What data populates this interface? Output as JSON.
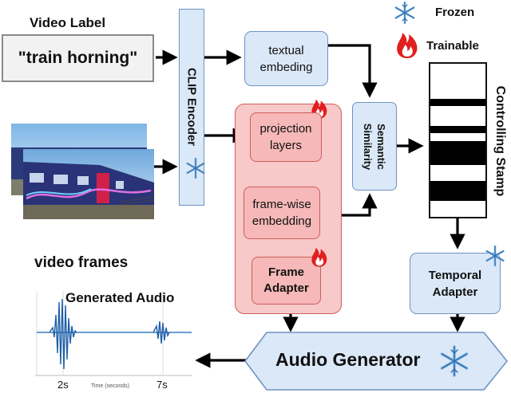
{
  "video_label": {
    "title": "Video Label",
    "value": "\"train horning\""
  },
  "legend": {
    "frozen": "Frozen",
    "trainable": "Trainable"
  },
  "clip_encoder": "CLIP Encoder",
  "textual_embedding": [
    "textual",
    "embeding"
  ],
  "projection_layers": [
    "projection",
    "layers"
  ],
  "frame_wise_embedding": [
    "frame-wise",
    "embedding"
  ],
  "frame_adapter": [
    "Frame",
    "Adapter"
  ],
  "semantic_similarity": [
    "Semantic",
    "Similarity"
  ],
  "controlling_stamp": "Controlling Stamp",
  "temporal_adapter": [
    "Temporal",
    "Adapter"
  ],
  "audio_generator": "Audio Generator",
  "video_frames": "video frames",
  "generated_audio": {
    "title": "Generated Audio",
    "xlabel": "Time (seconds)",
    "ticks": [
      "2s",
      "7s"
    ]
  }
}
